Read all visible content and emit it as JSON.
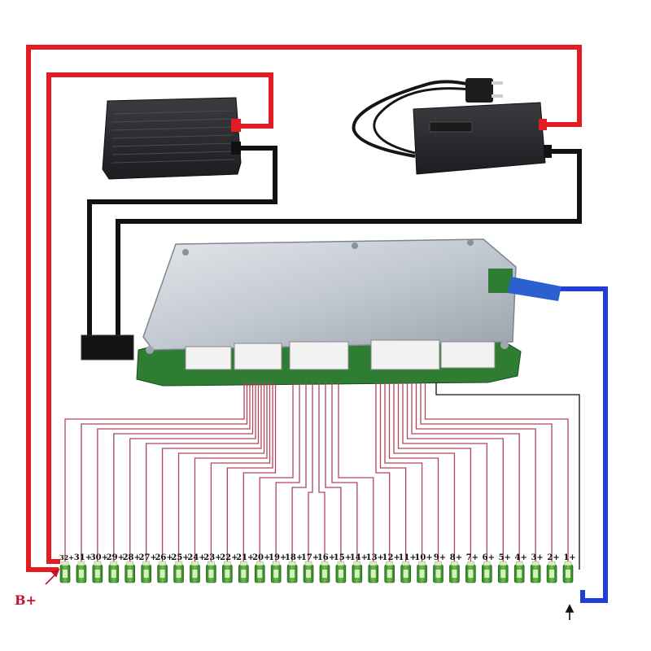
{
  "diagram": {
    "b_plus_label": "B+",
    "cell_labels": [
      "32+",
      "31+",
      "30+",
      "29+",
      "28+",
      "27+",
      "26+",
      "25+",
      "24+",
      "23+",
      "22+",
      "21+",
      "20+",
      "19+",
      "18+",
      "17+",
      "16+",
      "15+",
      "14+",
      "13+",
      "12+",
      "11+",
      "10+",
      "9+",
      "8+",
      "7+",
      "6+",
      "5+",
      "4+",
      "3+",
      "2+",
      "1+"
    ],
    "colors": {
      "positive_wire": "#e31b23",
      "negative_wire": "#111111",
      "b_minus_wire": "#1f3fd6",
      "balance_wire": "#b0455a",
      "cell_body": "#3f9c2f",
      "cell_cap": "#d9f0b8",
      "device_body": "#2b2d30",
      "board_plate": "#c9ced6",
      "pcb": "#2e7d32"
    },
    "icons": [
      "charger-icon",
      "power-adapter-icon",
      "power-plug-icon",
      "bms-board-icon",
      "battery-cell-icon"
    ]
  }
}
